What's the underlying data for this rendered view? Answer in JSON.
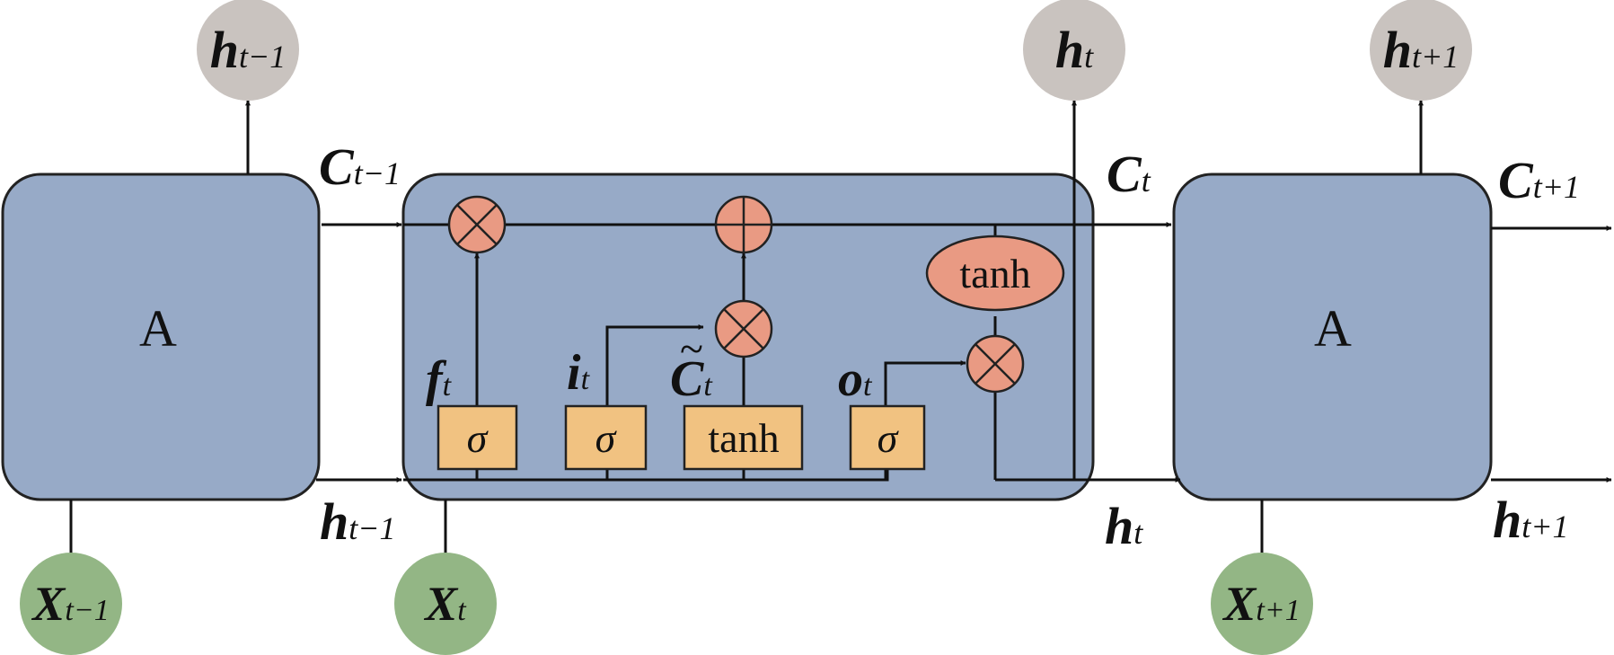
{
  "colors": {
    "cell_fill": "#97aac7",
    "input_node_fill": "#93b685",
    "output_node_fill": "#c9c3bf",
    "gate_fill": "#f1c281",
    "op_fill": "#e99a83",
    "line": "#111111"
  },
  "blocks": {
    "left_label": "A",
    "right_label": "A"
  },
  "nodes": {
    "h_prev_out": {
      "base": "h",
      "sub": "t−1"
    },
    "h_t_out": {
      "base": "h",
      "sub": "t"
    },
    "h_next_out": {
      "base": "h",
      "sub": "t+1"
    },
    "x_prev": {
      "base": "X",
      "sub": "t−1"
    },
    "x_t": {
      "base": "X",
      "sub": "t"
    },
    "x_next": {
      "base": "X",
      "sub": "t+1"
    }
  },
  "flow_labels": {
    "c_prev": {
      "base": "C",
      "sub": "t−1"
    },
    "c_t": {
      "base": "C",
      "sub": "t"
    },
    "c_next": {
      "base": "C",
      "sub": "t+1"
    },
    "h_prev": {
      "base": "h",
      "sub": "t−1"
    },
    "h_t": {
      "base": "h",
      "sub": "t"
    },
    "h_next": {
      "base": "h",
      "sub": "t+1"
    }
  },
  "gates": {
    "forget": "σ",
    "input": "σ",
    "candidate": "tanh",
    "output": "σ"
  },
  "gate_labels": {
    "forget": {
      "base": "f",
      "sub": "t"
    },
    "input": {
      "base": "i",
      "sub": "t"
    },
    "candidate": {
      "base": "C",
      "sub": "t",
      "accent": "~"
    },
    "output": {
      "base": "o",
      "sub": "t"
    }
  },
  "ops": {
    "cell_tanh": "tanh"
  }
}
